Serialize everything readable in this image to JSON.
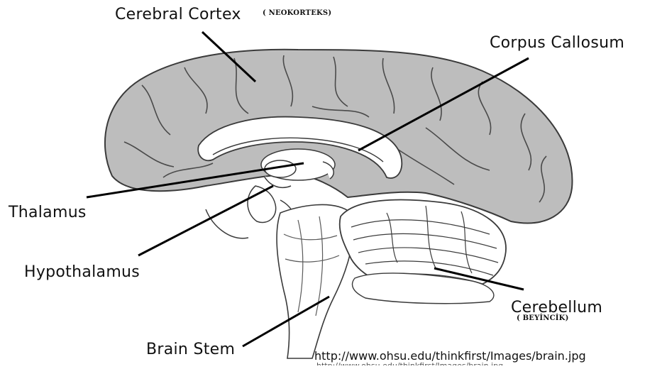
{
  "labels": {
    "cerebral_cortex": "Cerebral Cortex",
    "neokorteks": "( NEOKORTEKS)",
    "corpus_callosum": "Corpus Callosum",
    "thalamus": "Thalamus",
    "hypothalamus": "Hypothalamus",
    "cerebellum": "Cerebellum",
    "beyincik": "( BEYİNCİK)",
    "brain_stem": "Brain Stem"
  },
  "source_url": "http://www.ohsu.edu/thinkfirst/Images/brain.jpg",
  "source_url_repeat": "http://www.ohsu.edu/thinkfirst/Images/brain.jpg",
  "colors": {
    "cortex_fill": "#bdbdbd",
    "outline": "#3a3a3a",
    "callosum_fill": "#ffffff",
    "leader_line": "#000000"
  }
}
